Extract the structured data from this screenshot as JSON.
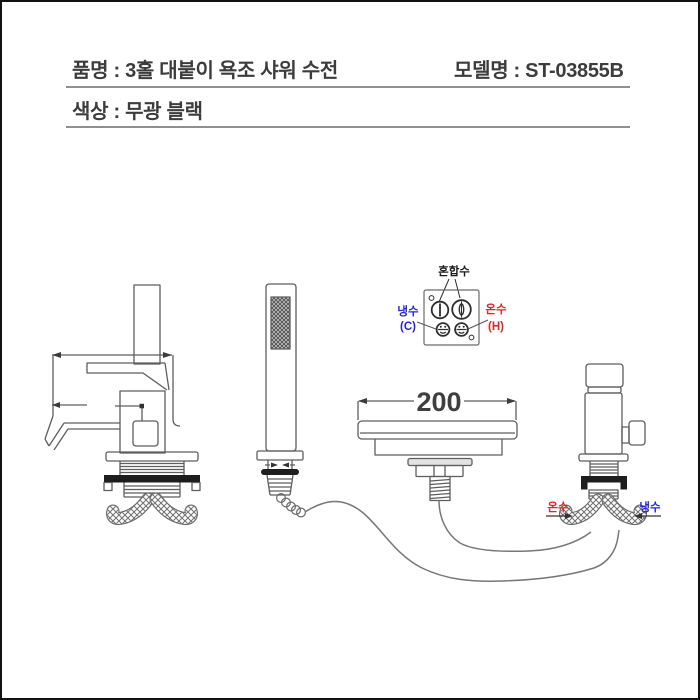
{
  "header": {
    "product": "품명 : 3홀 대붙이 욕조 샤워 수전",
    "model": "모델명 : ST-03855B",
    "color": "색상 : 무광 블랙"
  },
  "dim": {
    "spout_width": "200"
  },
  "valve_detail": {
    "mixed": "혼합수",
    "cold": "냉수",
    "cold_abbr": "(C)",
    "hot": "온수",
    "hot_abbr": "(H)"
  },
  "inlets": {
    "hot": "온수",
    "cold": "냉수"
  },
  "colors": {
    "hot": "#e32222",
    "cold": "#2424e0",
    "line": "#5e5e5e",
    "text": "#3c3c3c"
  }
}
